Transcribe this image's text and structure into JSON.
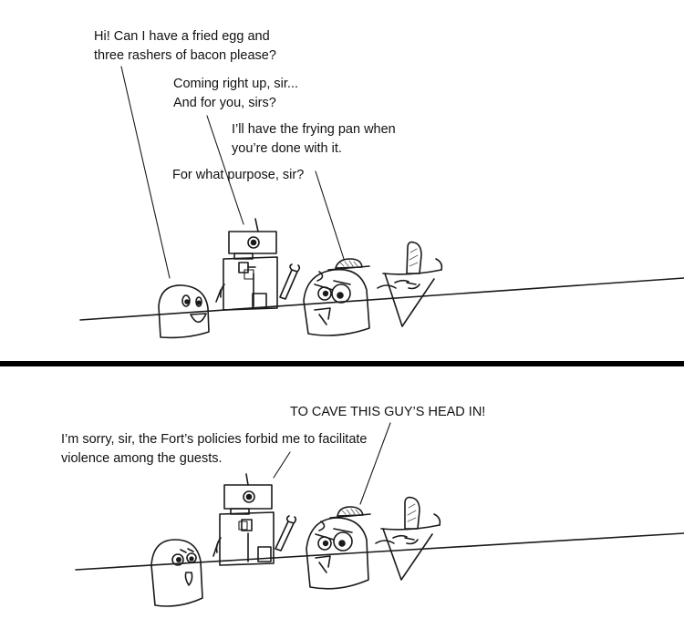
{
  "panel1": {
    "customer_line": "Hi! Can I have a fried egg and\nthree rashers of bacon please?",
    "robot_line": "Coming right up, sir...\nAnd for you, sirs?",
    "grumpy_line": "I’ll have the frying pan when\nyou’re done with it.",
    "robot_question": "For what purpose, sir?"
  },
  "panel2": {
    "grumpy_shout": "TO CAVE THIS GUY’S HEAD IN!",
    "robot_reply": "I’m sorry, sir, the Fort’s policies forbid me to facilitate\nviolence among the guests."
  }
}
